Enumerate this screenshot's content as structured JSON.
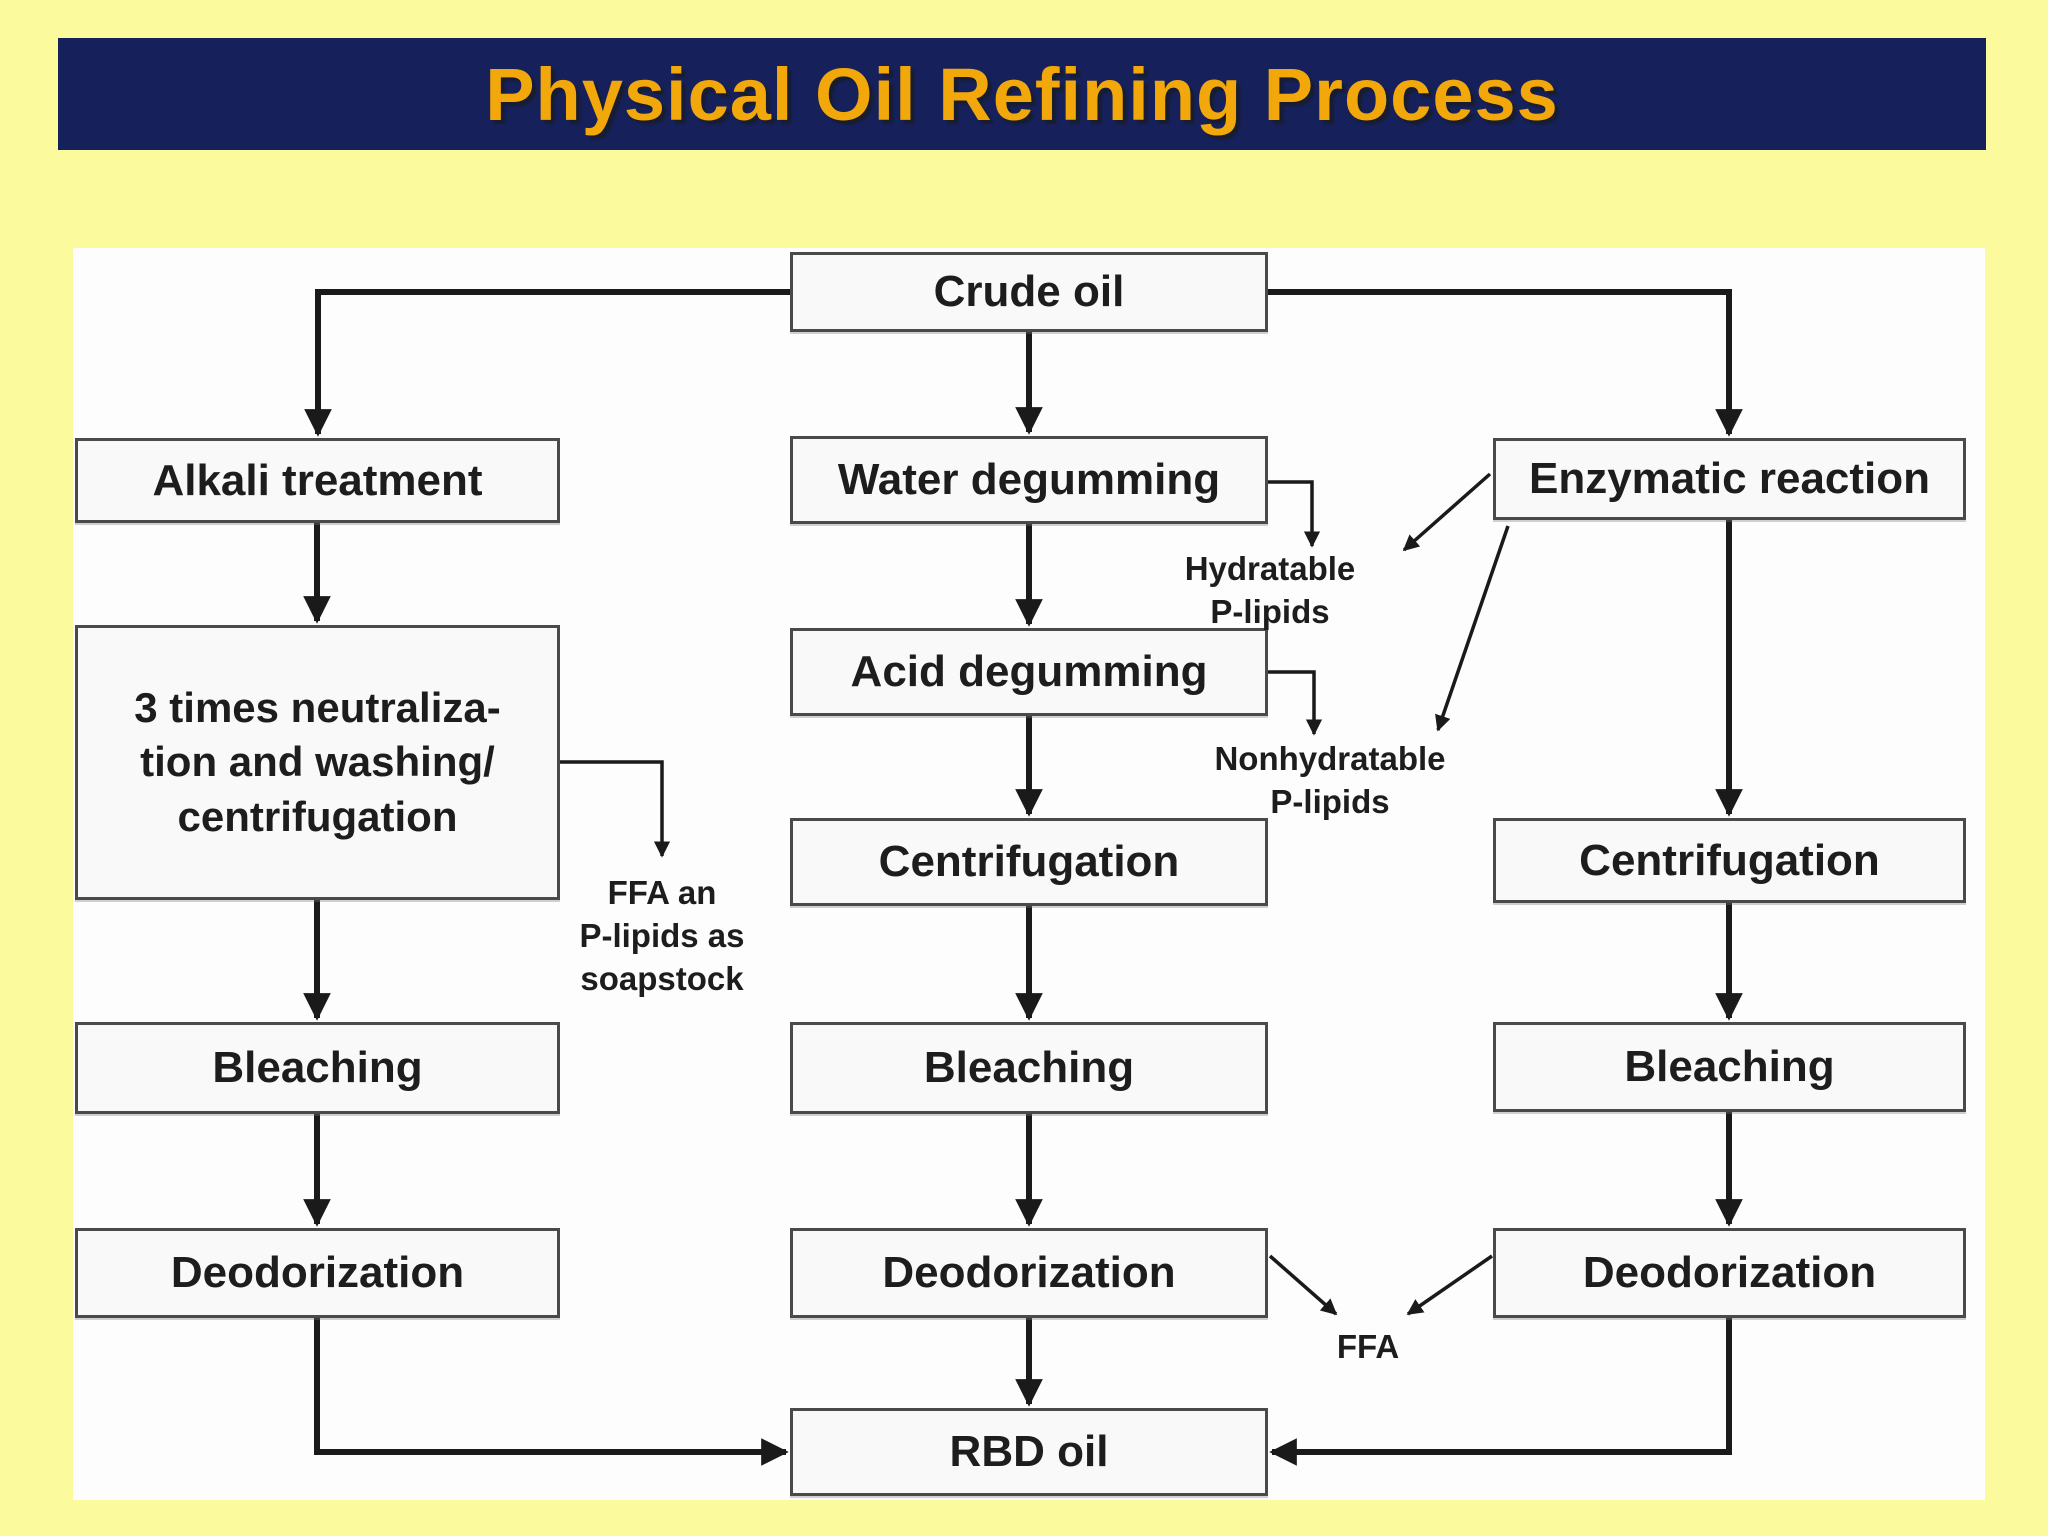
{
  "title": "Physical Oil Refining Process",
  "colors": {
    "page_background": "#fbfb9e",
    "title_bar_background": "#16215c",
    "title_text": "#f2a70b",
    "panel_background": "#fdfdfd",
    "node_border": "#4a4a4a",
    "node_fill": "#f9f9f9",
    "connector": "#1a1a1a"
  },
  "diagram": {
    "nodes": {
      "crude_oil": {
        "label": "Crude oil"
      },
      "alkali_treatment": {
        "label": "Alkali treatment"
      },
      "neutralization": {
        "label": "3 times neutraliza-\ntion and washing/\ncentrifugation"
      },
      "bleaching_left": {
        "label": "Bleaching"
      },
      "deodorization_left": {
        "label": "Deodorization"
      },
      "water_degumming": {
        "label": "Water degumming"
      },
      "acid_degumming": {
        "label": "Acid degumming"
      },
      "centrifugation_mid": {
        "label": "Centrifugation"
      },
      "bleaching_mid": {
        "label": "Bleaching"
      },
      "deodorization_mid": {
        "label": "Deodorization"
      },
      "rbd_oil": {
        "label": "RBD oil"
      },
      "enzymatic_reaction": {
        "label": "Enzymatic reaction"
      },
      "centrifugation_right": {
        "label": "Centrifugation"
      },
      "bleaching_right": {
        "label": "Bleaching"
      },
      "deodorization_right": {
        "label": "Deodorization"
      }
    },
    "annotations": {
      "hydratable": {
        "label": "Hydratable\nP-lipids"
      },
      "nonhydratable": {
        "label": "Nonhydratable\nP-lipids"
      },
      "soapstock": {
        "label": "FFA an\nP-lipids as\nsoapstock"
      },
      "ffa": {
        "label": "FFA"
      }
    }
  }
}
